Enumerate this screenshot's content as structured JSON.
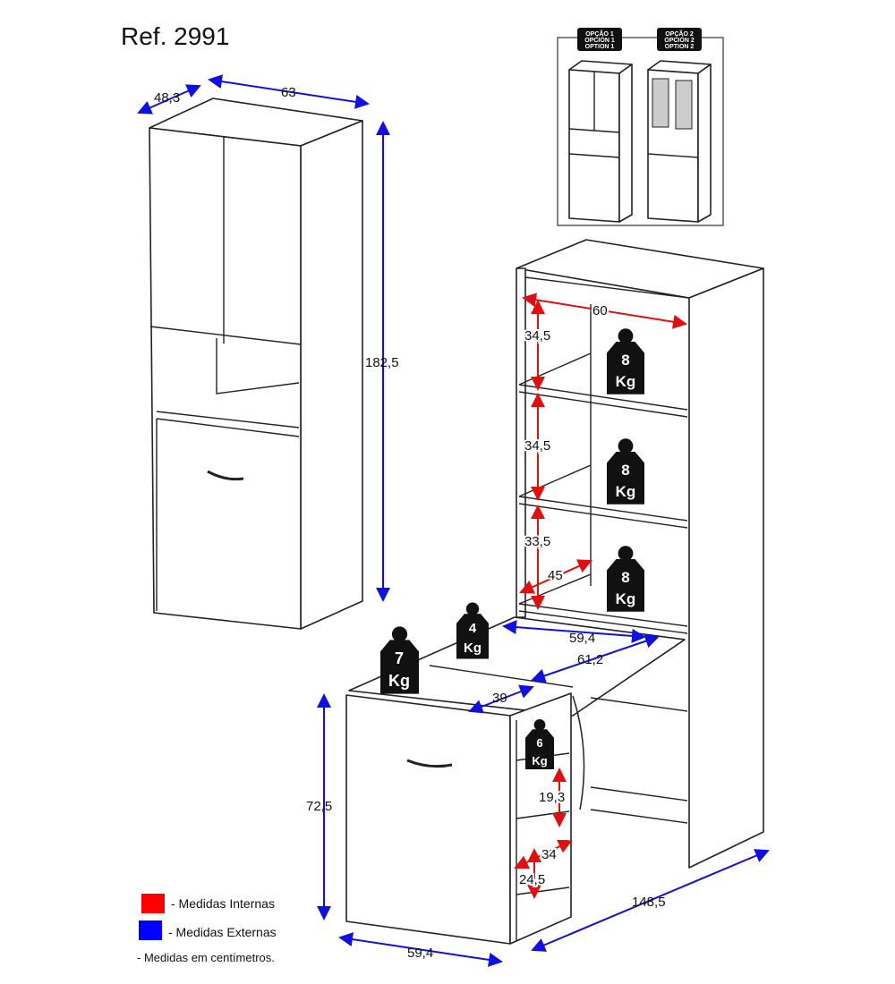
{
  "title": "Ref. 2991",
  "options": [
    {
      "lines": [
        "OPÇÃO 1",
        "OPCIÓN 1",
        "OPTION 1"
      ]
    },
    {
      "lines": [
        "OPÇÃO 2",
        "OPCIÓN 2",
        "OPTION 2"
      ]
    }
  ],
  "external_dims": {
    "depth": "48,3",
    "width": "63",
    "height": "182,5",
    "desk_height": "72,5",
    "desk_width": "59,4",
    "total_length": "148,5",
    "top_width": "59,4",
    "top_depth": "61,2",
    "top_small": "39"
  },
  "internal_dims": {
    "shelf_width": "60",
    "shelf1": "34,5",
    "shelf2": "34,5",
    "shelf3": "33,5",
    "shelf_depth": "45",
    "desk_niche1": "19,3",
    "desk_niche_depth": "34",
    "desk_niche2": "24,5"
  },
  "weights": [
    {
      "value": "8",
      "unit": "Kg"
    },
    {
      "value": "8",
      "unit": "Kg"
    },
    {
      "value": "8",
      "unit": "Kg"
    },
    {
      "value": "4",
      "unit": "Kg"
    },
    {
      "value": "7",
      "unit": "Kg"
    },
    {
      "value": "6",
      "unit": "Kg"
    }
  ],
  "legend": {
    "internal": "- Medidas Internas",
    "external": "- Medidas Externas",
    "note": "- Medidas em centímetros.",
    "internal_color": "#ff0000",
    "external_color": "#0000ff"
  }
}
